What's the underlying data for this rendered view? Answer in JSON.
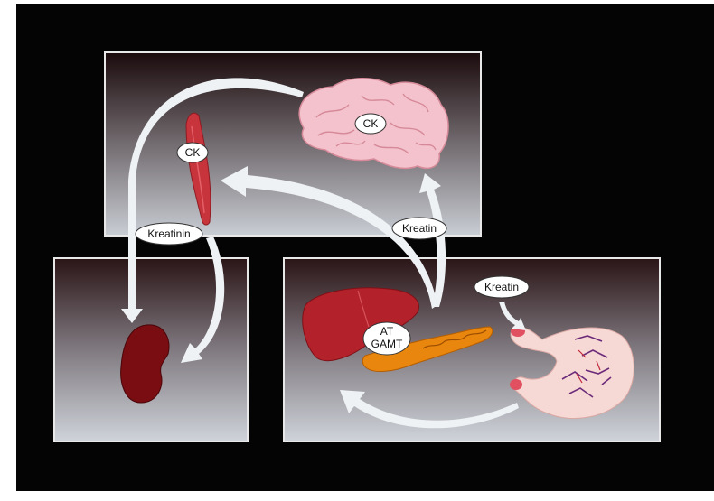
{
  "labels": {
    "brain_ck": "CK",
    "muscle_ck": "CK",
    "kreatinin": "Kreatinin",
    "kreatin_upper": "Kreatin",
    "kreatin_stomach": "Kreatin",
    "enzymes_line1": "AT",
    "enzymes_line2": "GAMT"
  },
  "colors": {
    "slide_background": "#050404",
    "panel_border": "#e8e8e8",
    "arrow": "#eef2f4",
    "brain": "#f4c2cc",
    "muscle": "#c8343c",
    "kidney": "#7a0d12",
    "liver": "#b3212a",
    "pancreas": "#e8860e",
    "stomach": "#f6d8d4"
  },
  "icons": [
    "brain-icon",
    "muscle-icon",
    "kidney-icon",
    "liver-icon",
    "pancreas-icon",
    "stomach-icon"
  ]
}
